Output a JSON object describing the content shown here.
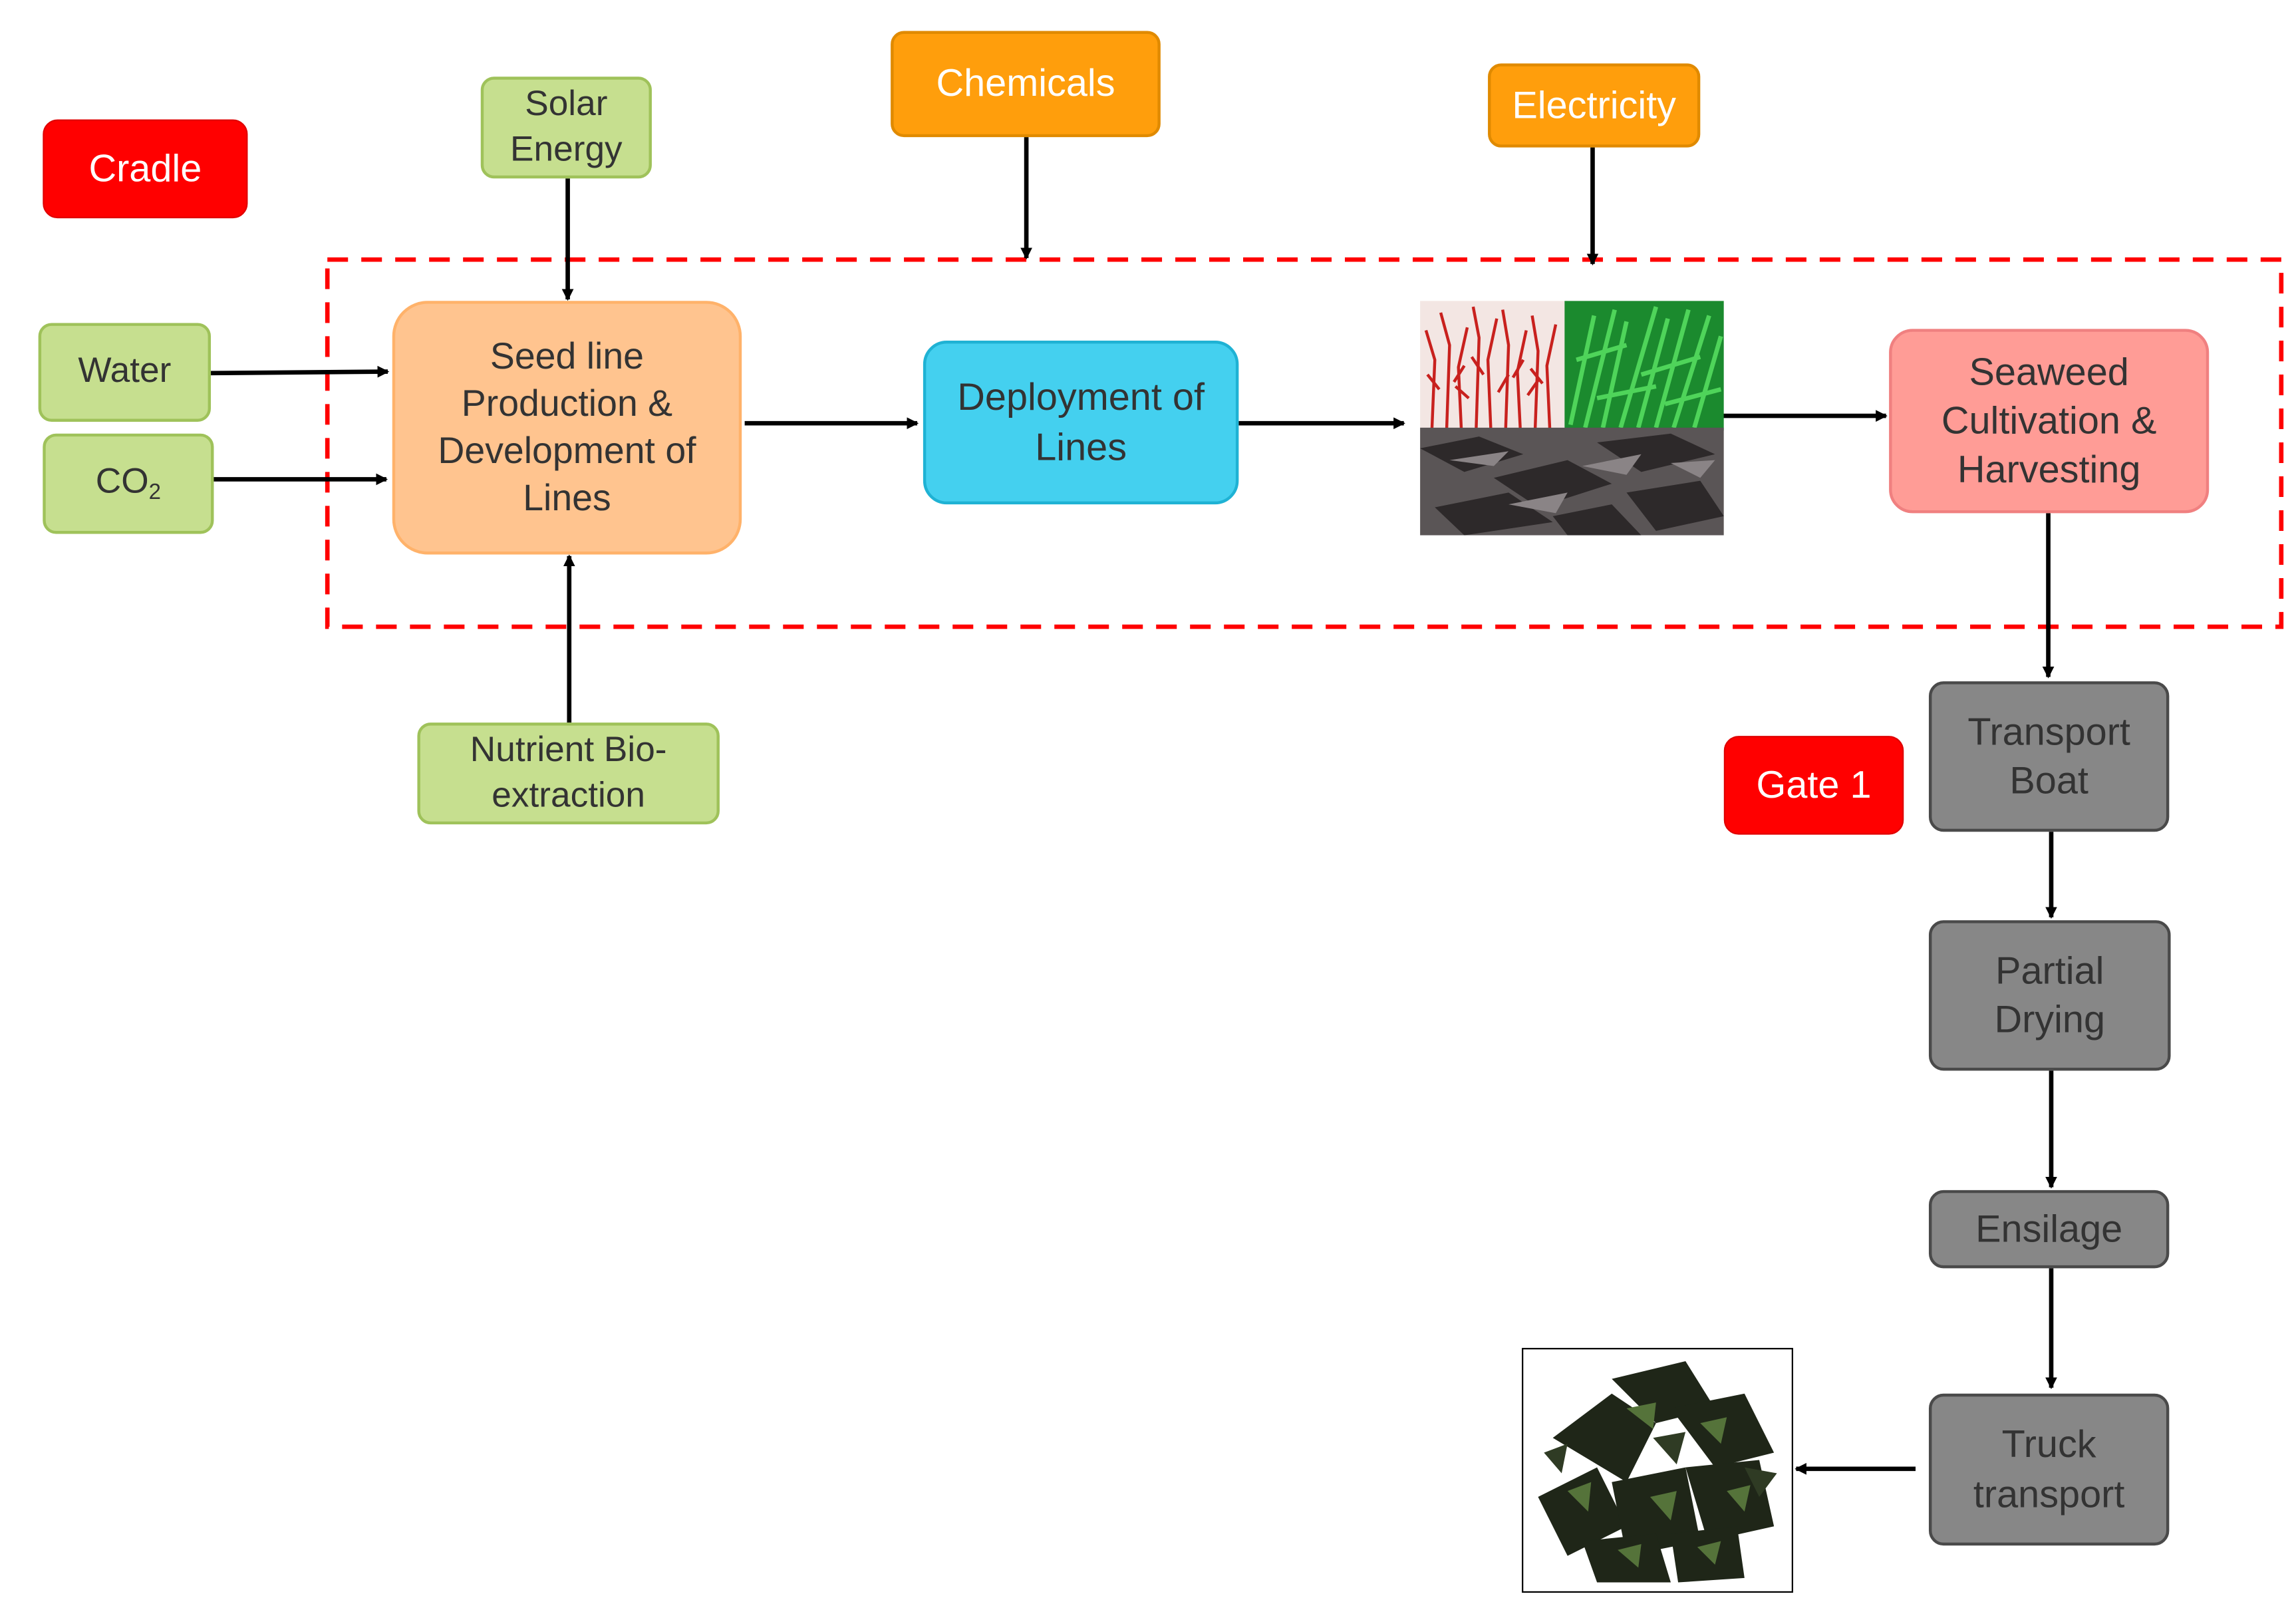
{
  "nodes": {
    "cradle": "Cradle",
    "solar_energy": "Solar\nEnergy",
    "chemicals": "Chemicals",
    "electricity": "Electricity",
    "water": "Water",
    "co2_base": "CO",
    "co2_sub": "2",
    "seed_line": "Seed line\nProduction &\nDevelopment of\nLines",
    "deployment": "Deployment of\nLines",
    "cultivation": "Seaweed\nCultivation &\nHarvesting",
    "nutrient": "Nutrient Bio-\nextraction",
    "gate1": "Gate 1",
    "transport_boat": "Transport\nBoat",
    "partial_drying": "Partial\nDrying",
    "ensilage": "Ensilage",
    "truck_transport": "Truck\ntransport"
  },
  "colors": {
    "system_boundary": "#ff0000",
    "arrow": "#000000",
    "input_green": "#c6df8f",
    "tag_orange": "#ff9e0c",
    "tag_red": "#ff0000",
    "seed_peach": "#ffc48f",
    "deploy_cyan": "#44d0ef",
    "cultivation_pink": "#ff9c96",
    "process_grey": "#878787"
  },
  "images": [
    "seaweed-collage-photo",
    "dried-seaweed-photo"
  ]
}
